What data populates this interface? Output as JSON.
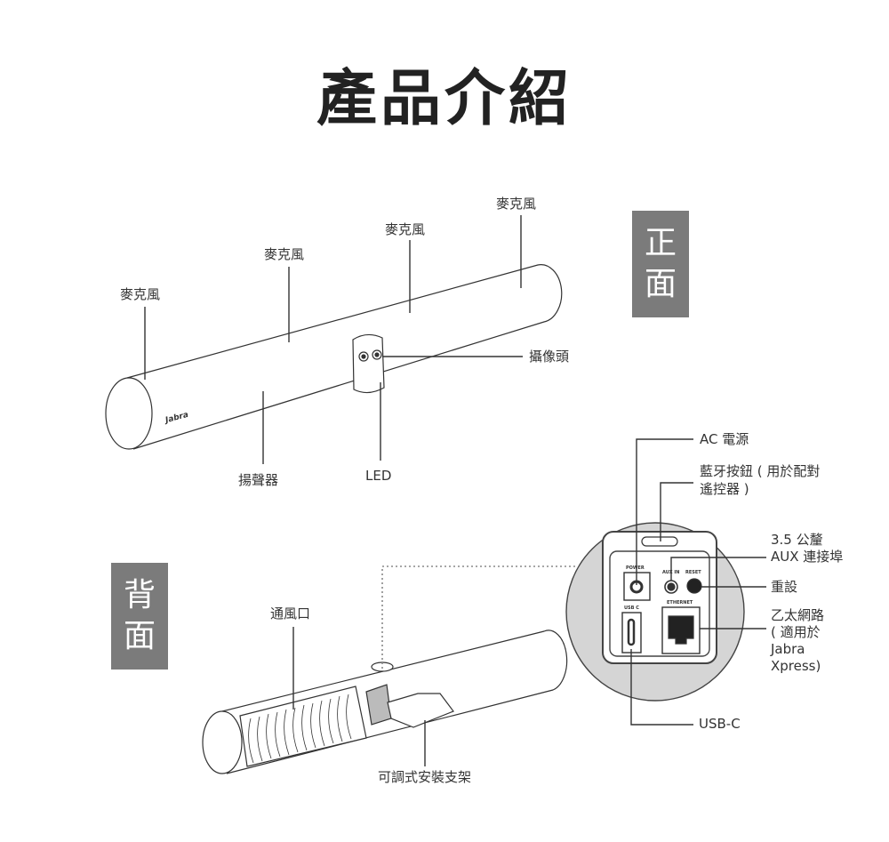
{
  "title": "產品介紹",
  "front": {
    "side_label": [
      "正",
      "面"
    ],
    "labels": {
      "mic1": "麥克風",
      "mic2": "麥克風",
      "mic3": "麥克風",
      "mic4": "麥克風",
      "camera": "攝像頭",
      "speaker": "揚聲器",
      "led": "LED",
      "brand": "Jabra"
    }
  },
  "back": {
    "side_label": [
      "背",
      "面"
    ],
    "labels": {
      "vent": "通風口",
      "mount": "可調式安裝支架",
      "ac_power": "AC 電源",
      "bluetooth_1": "藍牙按鈕 ( 用於配對",
      "bluetooth_2": "遙控器 )",
      "aux_1": "3.5 公釐",
      "aux_2": "AUX 連接埠",
      "reset": "重設",
      "ethernet_1": "乙太網路",
      "ethernet_2": "( 適用於",
      "ethernet_3": "Jabra",
      "ethernet_4": "Xpress)",
      "usbc": "USB-C"
    },
    "ports": {
      "power": "POWER",
      "aux_in": "AUX IN",
      "reset": "RESET",
      "usb_c": "USB C",
      "ethernet": "ETHERNET"
    }
  }
}
